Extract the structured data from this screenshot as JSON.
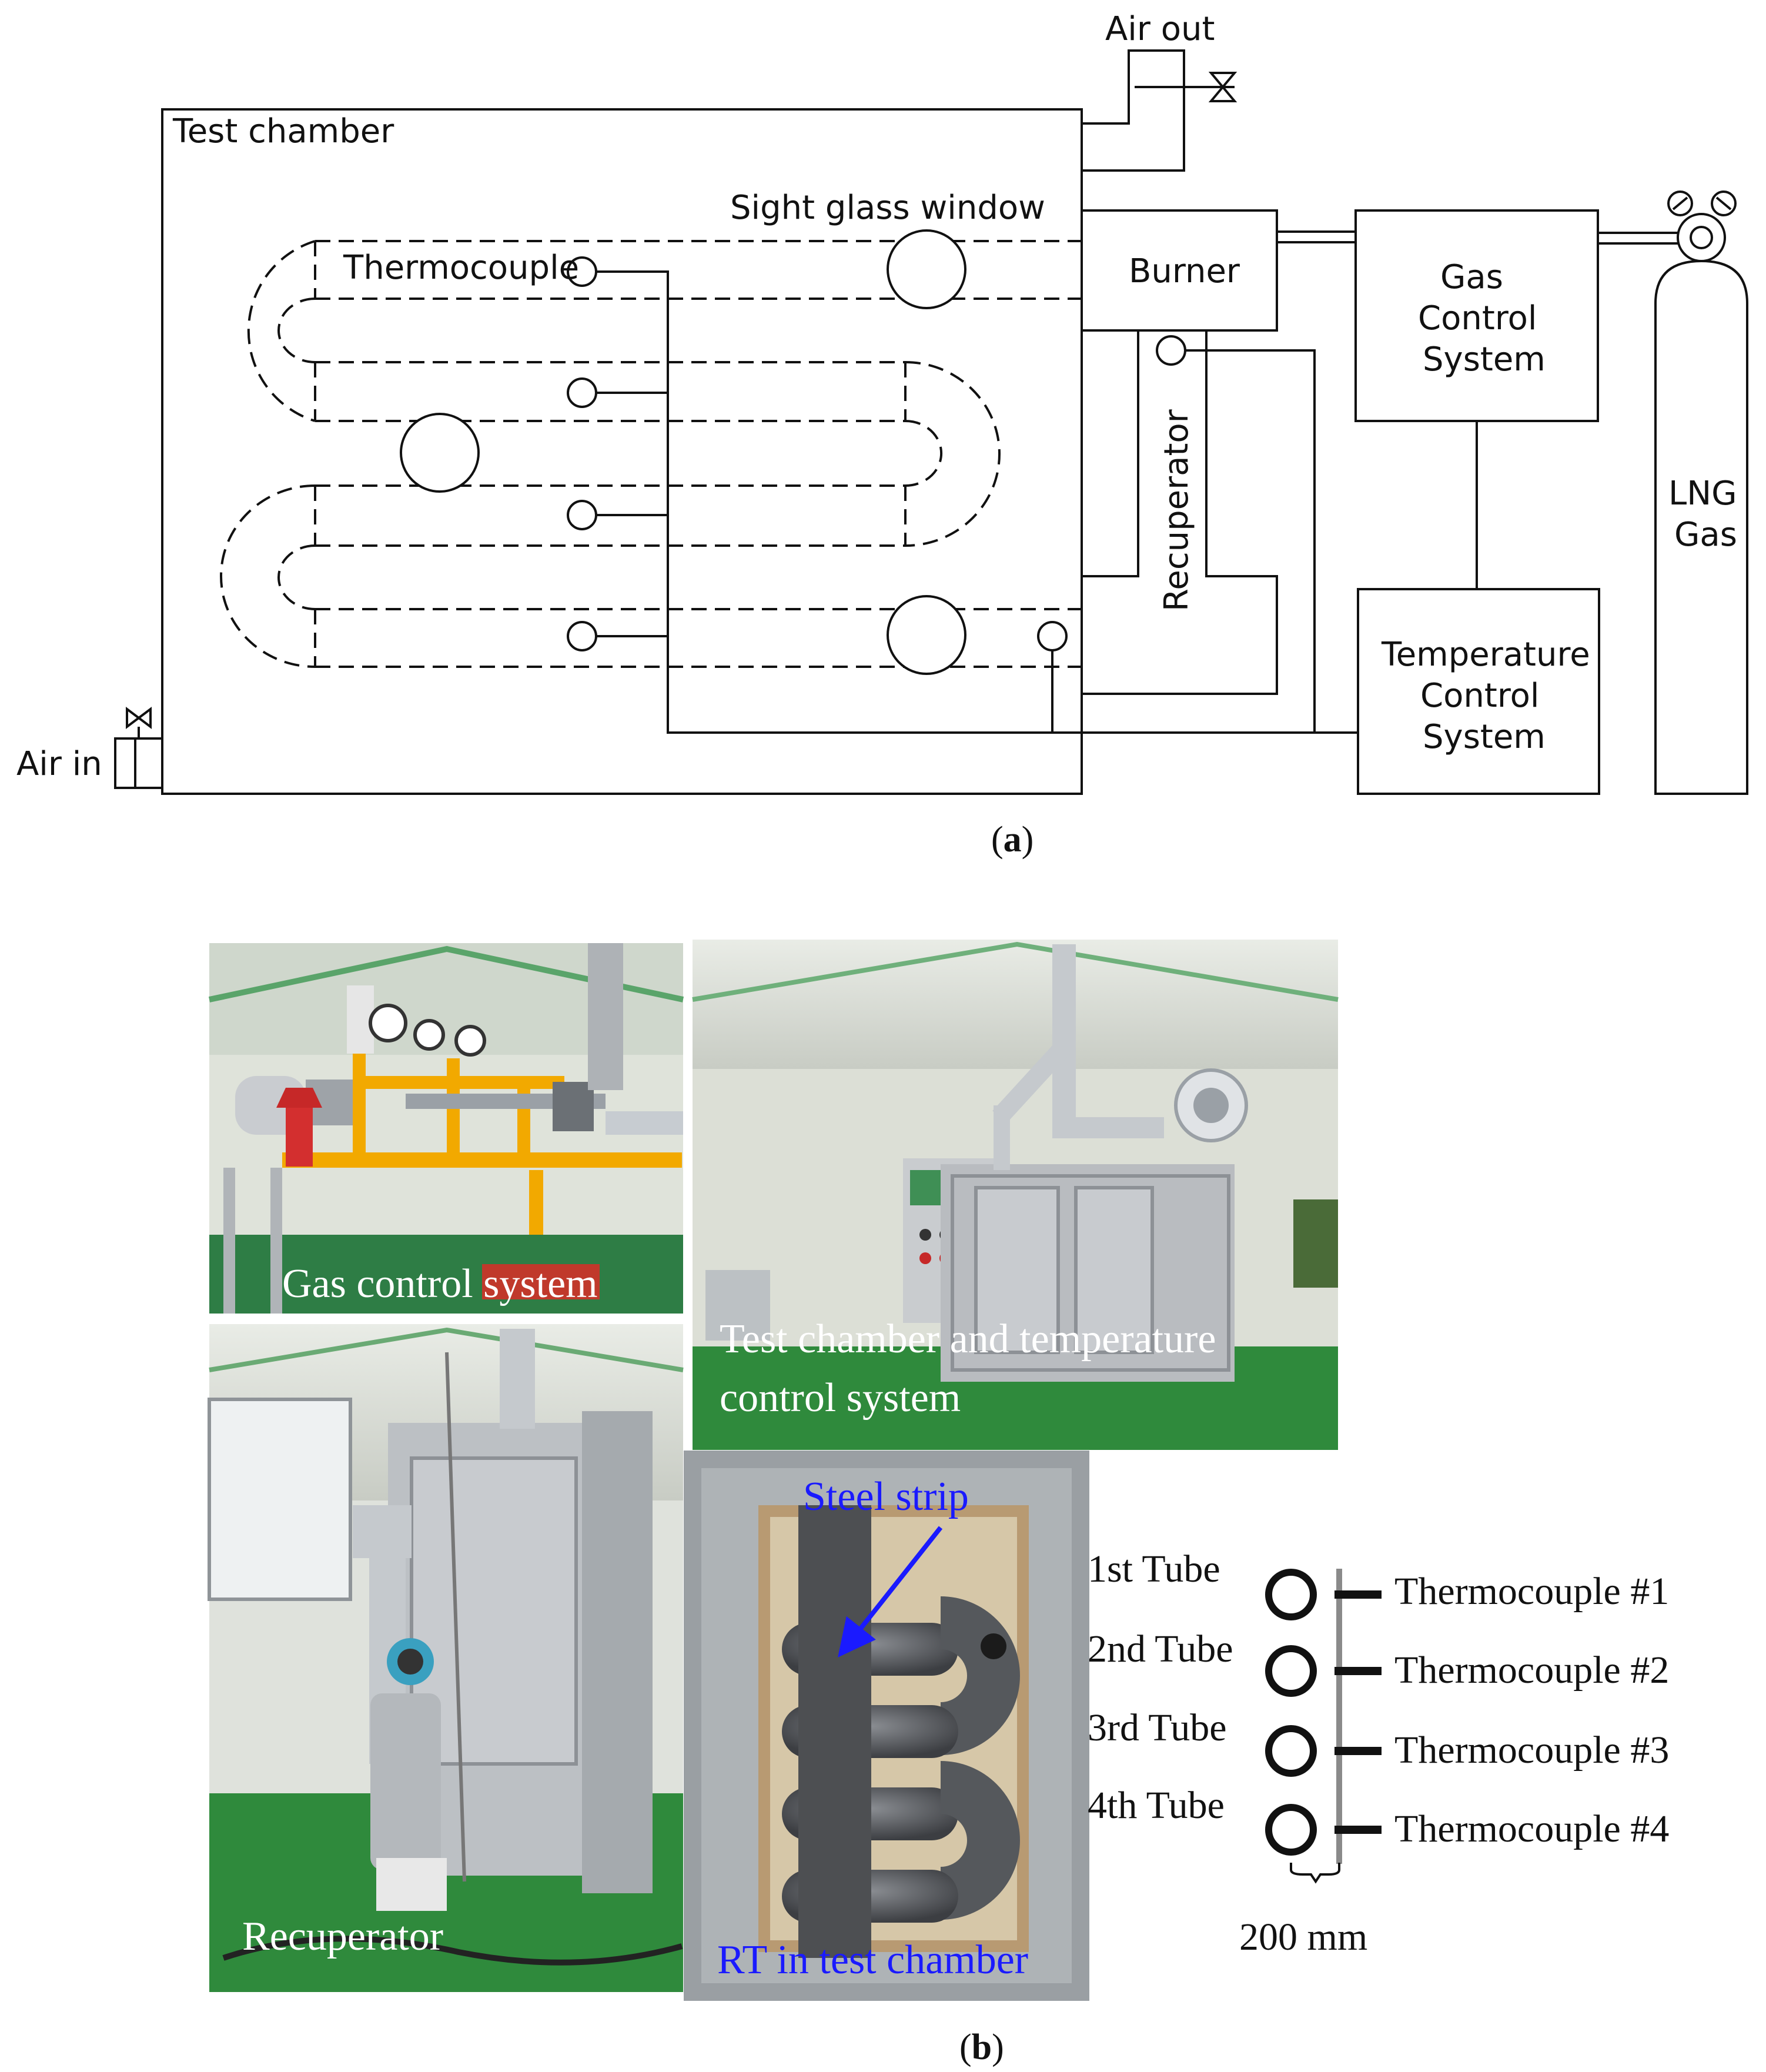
{
  "diagram_a": {
    "caption_open": "(",
    "caption_letter": "a",
    "caption_close": ")",
    "labels": {
      "test_chamber": "Test chamber",
      "air_out": "Air out",
      "air_in": "Air in",
      "sight_glass": "Sight glass window",
      "thermocouple": "Thermocouple",
      "burner": "Burner",
      "recuperator": "Recuperator",
      "gas_control_1": "Gas",
      "gas_control_2": "Control",
      "gas_control_3": "System",
      "temp_control_1": "Temperature",
      "temp_control_2": "Control",
      "temp_control_3": "System",
      "lng_1": "LNG",
      "lng_2": "Gas"
    }
  },
  "photos_b": {
    "caption_open": "(",
    "caption_letter": "b",
    "caption_close": ")",
    "gas_control": "Gas control system",
    "test_chamber_1": "Test chamber and temperature",
    "test_chamber_2": "control system",
    "recuperator": "Recuperator",
    "steel_strip": "Steel strip",
    "rt_chamber": "RT in test chamber"
  },
  "tube_legend": {
    "tubes": [
      "1st Tube",
      "2nd Tube",
      "3rd Tube",
      "4th Tube"
    ],
    "thermocouples": [
      "Thermocouple #1",
      "Thermocouple #2",
      "Thermocouple #3",
      "Thermocouple #4"
    ],
    "spacing": "200 mm"
  },
  "colors": {
    "annotation_blue": "#1a1aff",
    "photo_overlay_text": "#ffffff",
    "gas_pipe_yellow": "#f2a900",
    "floor_green": "#2f8a3c",
    "steel_gray": "#b9bcc0"
  }
}
